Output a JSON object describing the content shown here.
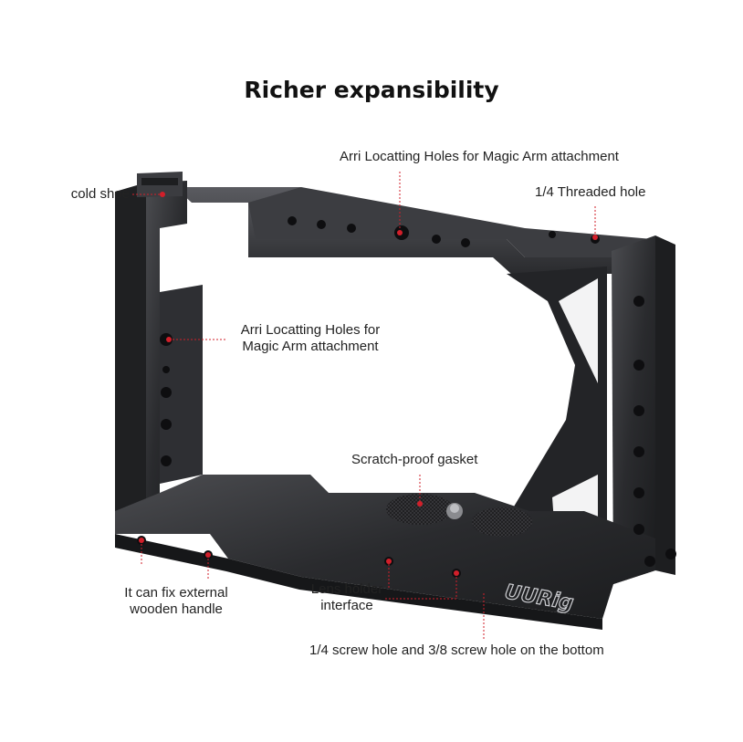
{
  "title": "Richer expansibility",
  "labels": {
    "cold_shoe": "cold shoe",
    "arri_top": "Arri Locatting Holes for Magic Arm attachment",
    "threaded_hole": "1/4 Threaded hole",
    "arri_side_line1": "Arri Locatting Holes for",
    "arri_side_line2": "Magic Arm attachment",
    "gasket": "Scratch-proof gasket",
    "handle_line1": "It can fix external",
    "handle_line2": "wooden handle",
    "lens_line1": "Lens holder",
    "lens_line2": "interface",
    "bottom_holes": "1/4 screw hole and 3/8 screw hole on the bottom"
  },
  "brand": "UURig",
  "colors": {
    "cage": "#2b2c2f",
    "cage_edge": "#4a4b4f",
    "leader": "#d21f2a",
    "text": "#222222"
  }
}
